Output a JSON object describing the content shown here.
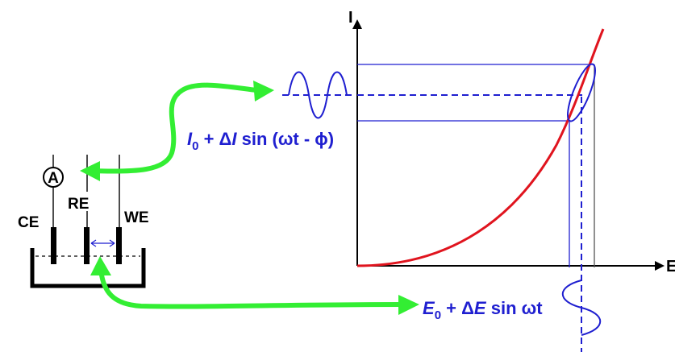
{
  "cell": {
    "ammeter_label": "A",
    "ce_label": "CE",
    "re_label": "RE",
    "we_label": "WE"
  },
  "equations": {
    "current_base": "I",
    "current_sub": "0",
    "current_rest_1": " + Δ",
    "current_delta_sym": "I",
    "current_rest_2": " sin (ωt - ϕ)",
    "potential_base": "E",
    "potential_sub": "0",
    "potential_rest_1": " + Δ",
    "potential_delta_sym": "E",
    "potential_rest_2": " sin ωt"
  },
  "axes": {
    "y_label": "I",
    "x_label": "E"
  },
  "colors": {
    "curve": "#e0141e",
    "signal": "#1f1fd0",
    "arrow": "#33ee33",
    "axis": "#000000"
  }
}
